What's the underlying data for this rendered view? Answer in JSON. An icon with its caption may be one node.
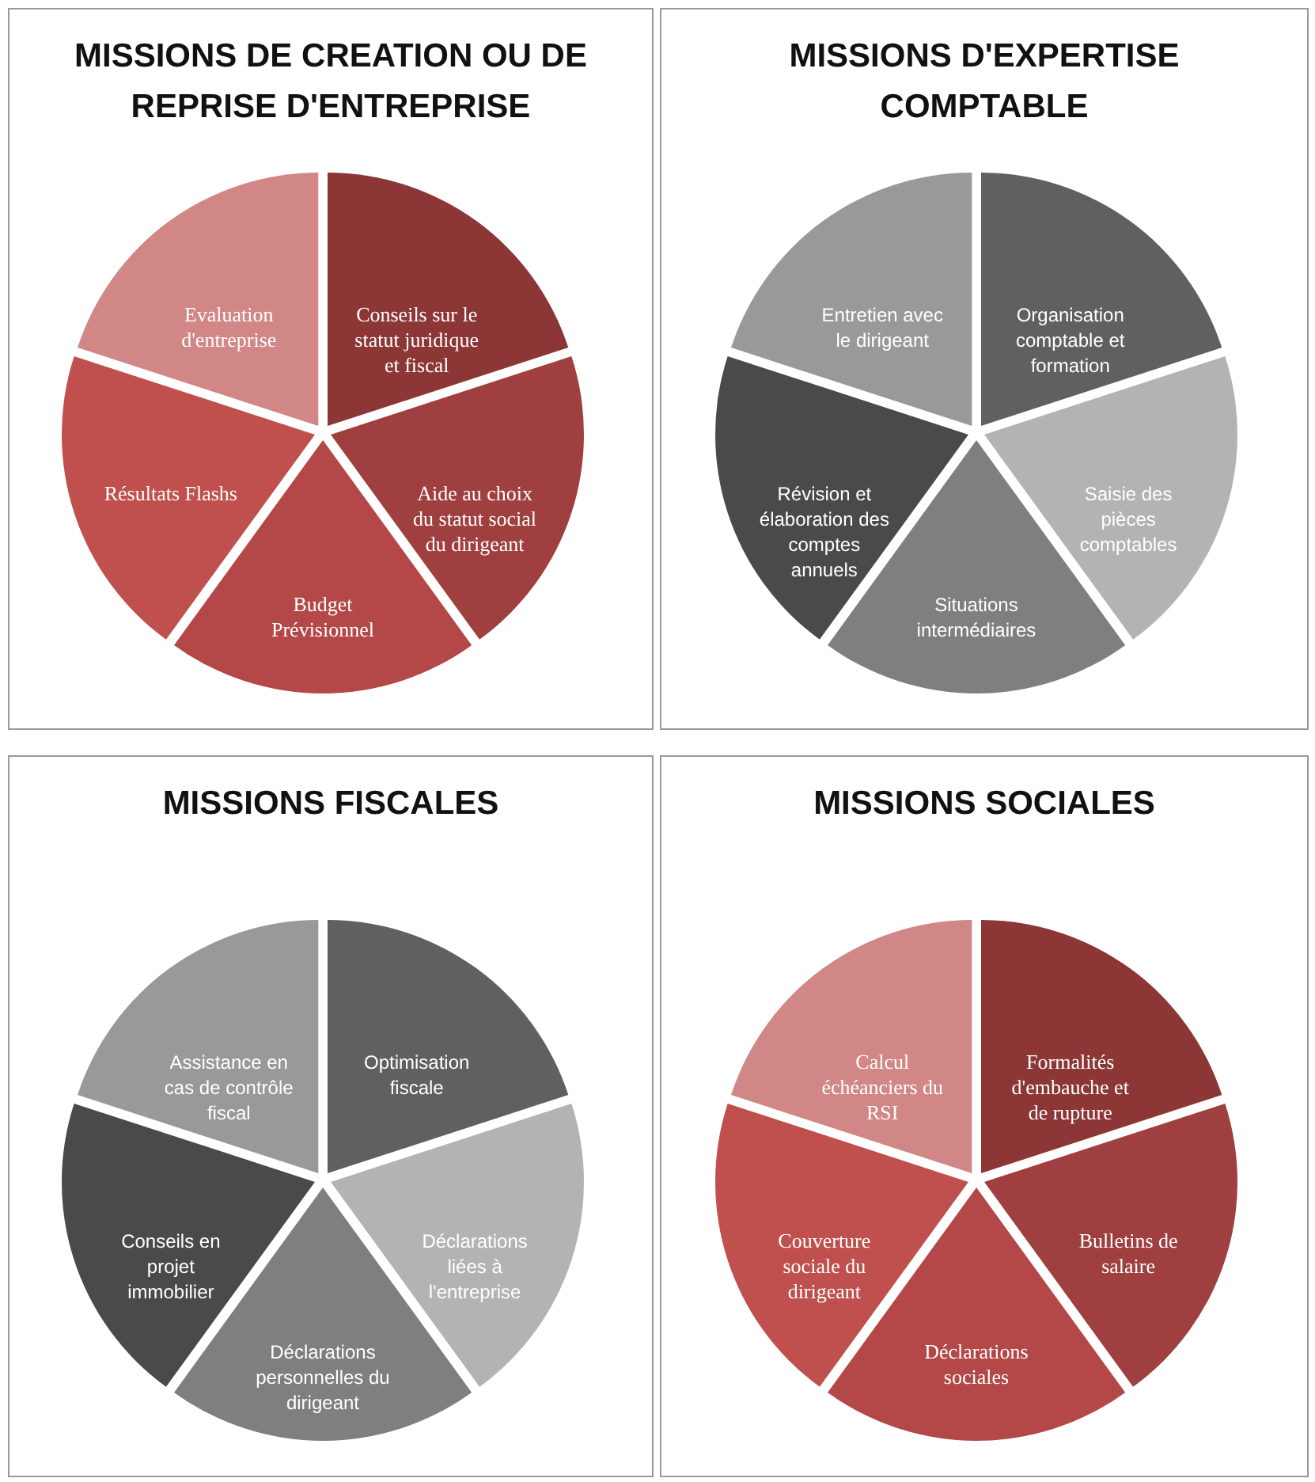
{
  "diagram": {
    "nodes": [
      {
        "text": [
          "MISSIONS DE CREATION OU DE REPRISE D'ENTREPRISE"
        ]
      },
      {
        "text": [
          "Conseils sur le statut juridique et fiscal"
        ],
        "in": 0
      },
      {
        "text": [
          "Aide au choix du statut social du dirigeant"
        ],
        "in": 0
      },
      {
        "text": [
          "Budget Prévisionnel"
        ],
        "in": 0
      },
      {
        "text": [
          "Résultats Flashs"
        ],
        "in": 0
      },
      {
        "text": [
          "Evaluation d'entreprise"
        ],
        "in": 0
      },
      {
        "text": [
          "MISSIONS D'EXPERTISE COMPTABLE"
        ]
      },
      {
        "text": [
          "Organisation comptable et formation"
        ],
        "in": 6
      },
      {
        "text": [
          "Saisie des pièces comptables"
        ],
        "in": 6
      },
      {
        "text": [
          "Situations intermédiaires"
        ],
        "in": 6
      },
      {
        "text": [
          "Révision et élaboration des comptes annuels"
        ],
        "in": 6
      },
      {
        "text": [
          "Entretien avec le dirigeant"
        ],
        "in": 6
      },
      {
        "text": [
          "MISSIONS FISCALES"
        ]
      },
      {
        "text": [
          "Optimisation fiscale"
        ],
        "in": 12
      },
      {
        "text": [
          "Déclarations liées à l'entreprise"
        ],
        "in": 12
      },
      {
        "text": [
          "Déclarations personnelles du dirigeant"
        ],
        "in": 12
      },
      {
        "text": [
          "Conseils en projet immobilier"
        ],
        "in": 12
      },
      {
        "text": [
          "Assistance en cas de contrôle fiscal"
        ],
        "in": 12
      },
      {
        "text": [
          "MISSIONS SOCIALES"
        ]
      },
      {
        "text": [
          "Formalités d'embauche et de rupture"
        ],
        "in": 18
      },
      {
        "text": [
          "Bulletins de salaire"
        ],
        "in": 18
      },
      {
        "text": [
          "Déclarations sociales"
        ],
        "in": 18
      },
      {
        "text": [
          "Couverture sociale du dirigeant"
        ],
        "in": 18
      },
      {
        "text": [
          "Calcul échéanciers du RSI"
        ],
        "in": 18
      }
    ]
  }
}
